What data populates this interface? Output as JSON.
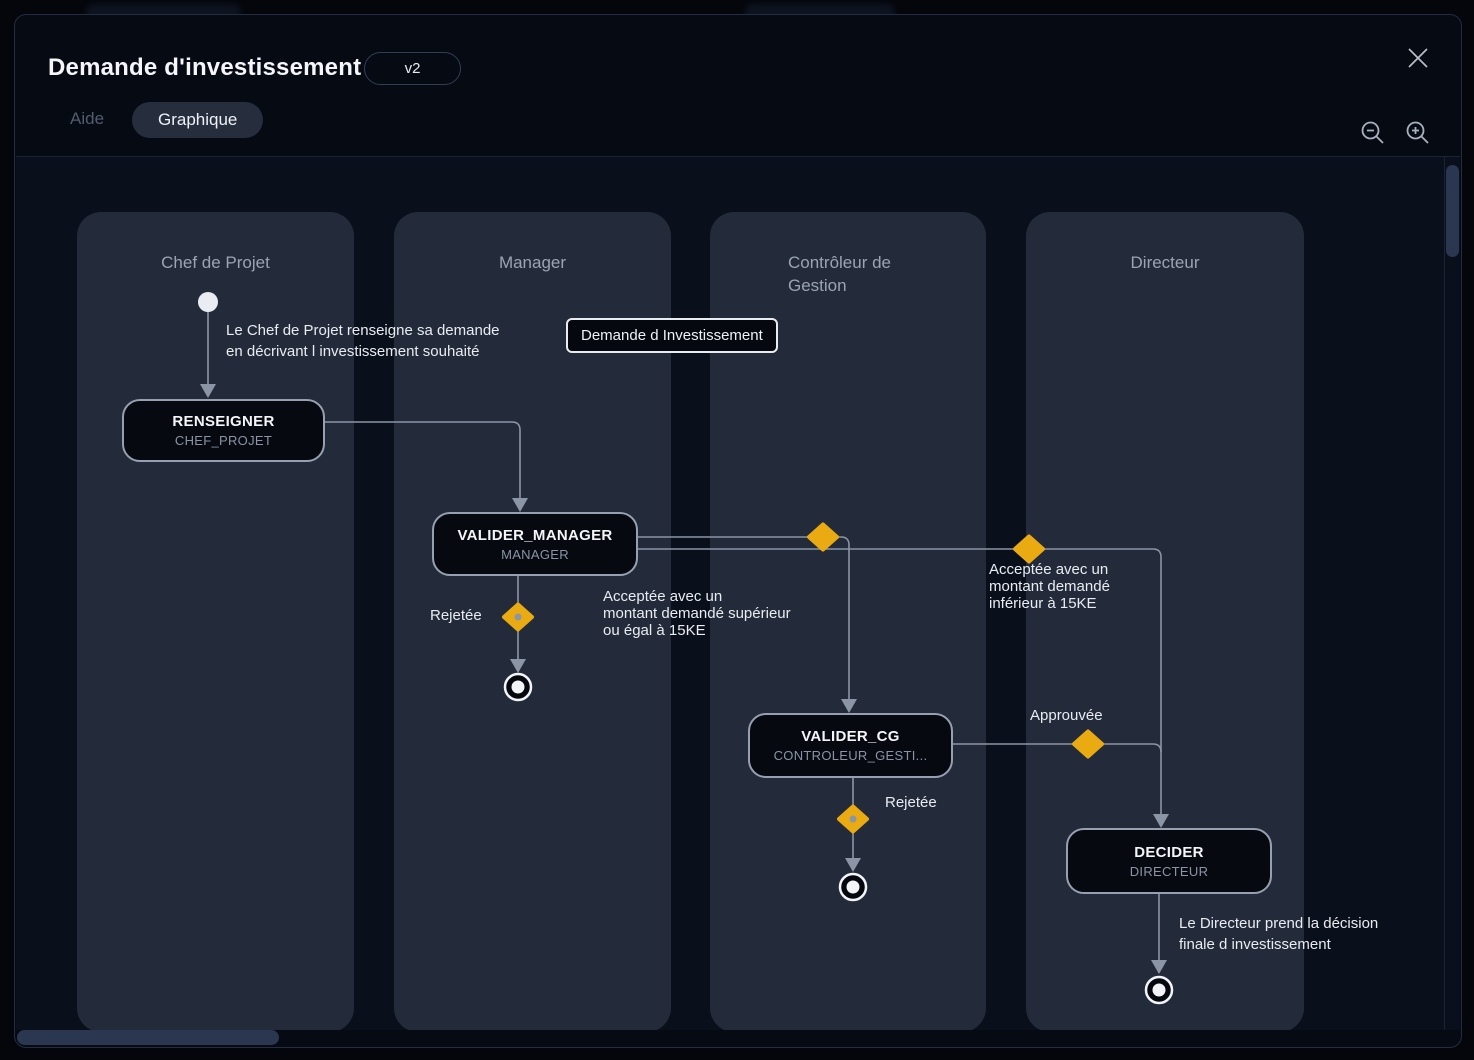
{
  "header": {
    "title": "Demande d'investissement",
    "version_badge": "v2",
    "tabs": [
      {
        "label": "Aide",
        "active": false
      },
      {
        "label": "Graphique",
        "active": true
      }
    ],
    "icons": {
      "close": "close-icon",
      "zoom_out": "magnifier-minus-icon",
      "zoom_in": "magnifier-plus-icon"
    }
  },
  "diagram": {
    "lanes": [
      "Chef de Projet",
      "Manager",
      "Contrôleur de Gestion",
      "Directeur"
    ],
    "nodes": [
      {
        "title": "RENSEIGNER",
        "subtitle": "CHEF_PROJET"
      },
      {
        "title": "VALIDER_MANAGER",
        "subtitle": "MANAGER"
      },
      {
        "title": "VALIDER_CG",
        "subtitle": "CONTROLEUR_GESTI..."
      },
      {
        "title": "DECIDER",
        "subtitle": "DIRECTEUR"
      }
    ],
    "data_object": "Demande d Investissement",
    "annotations": {
      "start": "Le Chef de Projet renseigne sa demande\nen décrivant l investissement souhaité",
      "director": "Le Directeur prend la décision\nfinale d investissement"
    },
    "edge_labels": {
      "rejetee_manager": "Rejetée",
      "acceptee_sup": "Acceptée avec un\nmontant demandé supérieur\nou égal à 15KE",
      "acceptee_inf": "Acceptée avec un\nmontant demandé\ninférieur à 15KE",
      "approuvee": "Approuvée",
      "rejetee_cg": "Rejetée"
    },
    "colors": {
      "diamond": "#EAAA12",
      "edge": "#8B95A5",
      "lane": "#232B3A",
      "node_border": "#97A0B0"
    }
  }
}
